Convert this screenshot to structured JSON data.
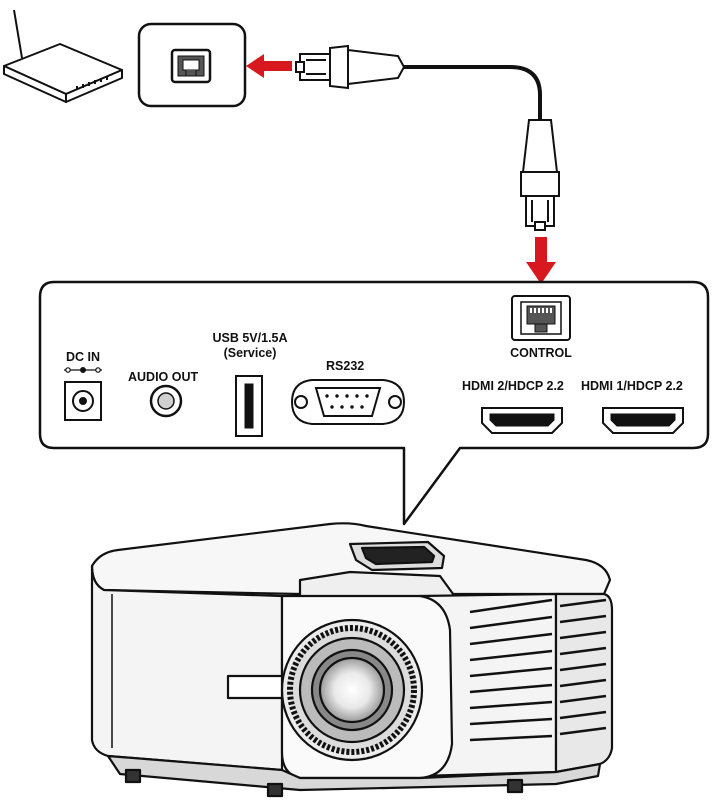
{
  "panel": {
    "ports": {
      "dc_in": "DC IN",
      "audio_out": "AUDIO OUT",
      "usb_line1": "USB 5V/1.5A",
      "usb_line2": "(Service)",
      "rs232": "RS232",
      "control": "CONTROL",
      "hdmi2": "HDMI 2/HDCP 2.2",
      "hdmi1": "HDMI 1/HDCP 2.2"
    }
  },
  "colors": {
    "arrow": "#d7191f",
    "line": "#111111",
    "panel_fill": "#ffffff",
    "body_fill": "#f4f4f4",
    "shade": "#cfcfcf"
  },
  "icons": [
    "router-icon",
    "lan-port-icon",
    "rj45-plug-icon",
    "projector-icon"
  ]
}
